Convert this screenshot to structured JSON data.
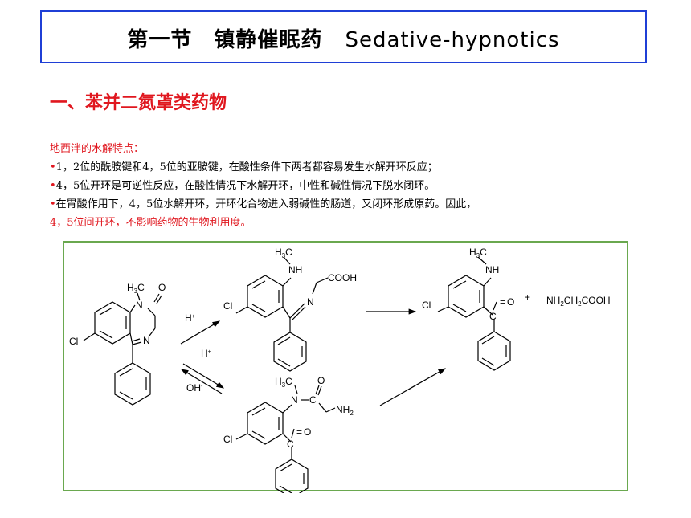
{
  "title": {
    "zh": "第一节　镇静催眠药",
    "en": "Sedative-hypnotics"
  },
  "heading": "一、苯并二氮䓬类药物",
  "intro": "地西泮的水解特点：",
  "bullets": [
    {
      "mark": "•",
      "text": "1，2位的酰胺键和4，5位的亚胺键，在酸性条件下两者都容易发生水解开环反应；"
    },
    {
      "mark": "•",
      "text": "4，5位开环是可逆性反应，在酸性情况下水解开环，中性和碱性情况下脱水闭环。"
    },
    {
      "mark": "•",
      "text": "在胃酸作用下，4，5位水解开环，开环化合物进入弱碱性的肠道，又闭环形成原药。因此，",
      "cont": "4，5位间开环，不影响药物的生物利用度。"
    }
  ],
  "scheme": {
    "h3c": "H",
    "three": "3",
    "c": "C",
    "nh": "NH",
    "n": "N",
    "o": "O",
    "cl": "Cl",
    "cooh": "COOH",
    "hplus": "H",
    "plus_sup": "+",
    "ohminus": "OH",
    "minus_sup": "-",
    "plus_sign": "+",
    "glycine_parts": [
      "NH",
      "2",
      "CH",
      "2",
      "COOH"
    ],
    "nh2_parts": [
      "NH",
      "2"
    ]
  },
  "colors": {
    "title_border": "#1f3fd6",
    "red": "#e0171f",
    "scheme_border": "#6aa84f"
  }
}
